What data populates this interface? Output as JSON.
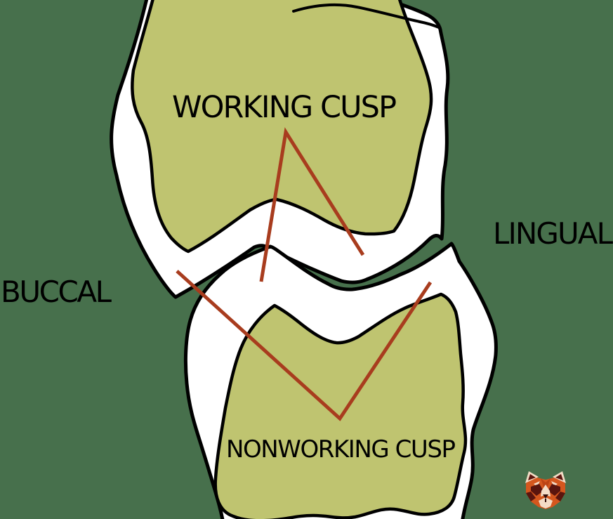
{
  "diagram": {
    "labels": {
      "working_cusp": "WORKING CUSP",
      "nonworking_cusp": "NONWORKING CUSP",
      "buccal": "BUCCAL",
      "lingual": "LINGUAL"
    },
    "colors": {
      "background": "#47704C",
      "tooth_fill": "#FFFFFF",
      "occlusal_fill": "#BFC470",
      "outline": "#000000",
      "pointer_line": "#A83C1E"
    },
    "watermark": {
      "icon": "red-panda-icon",
      "colors": {
        "fur_orange": "#D4571E",
        "fur_dark_orange": "#BC4415",
        "patch_maroon": "#5A150E",
        "nose_dark": "#330D09",
        "cream": "#F4DCC6"
      }
    }
  }
}
